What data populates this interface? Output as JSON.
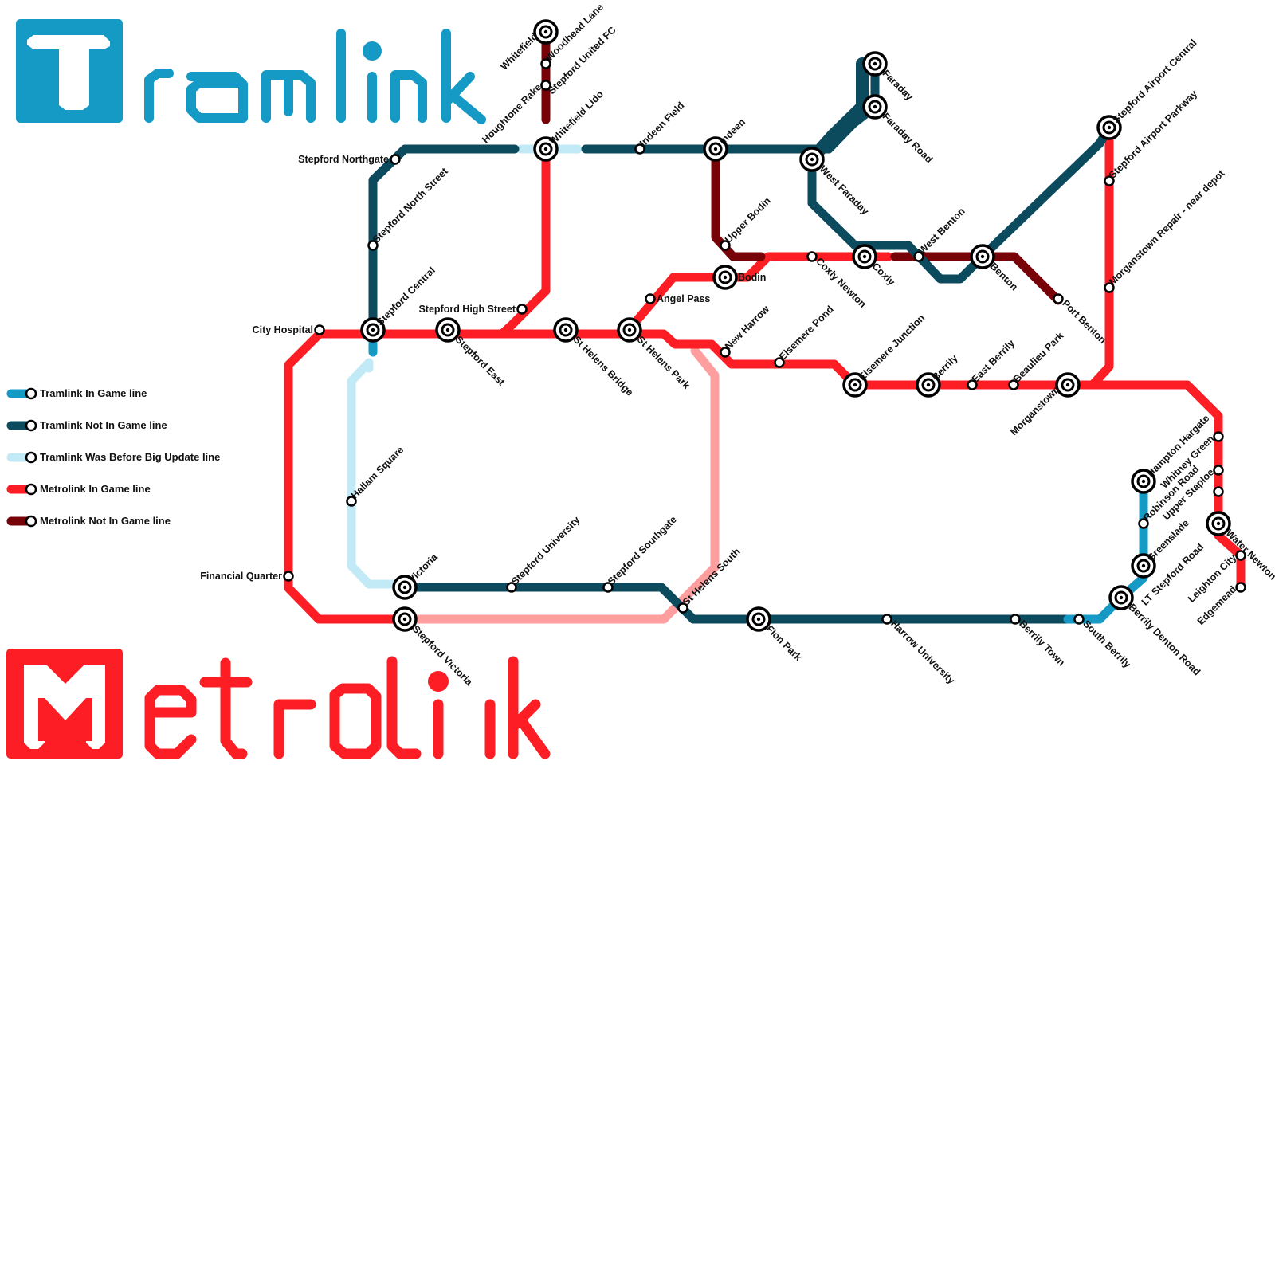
{
  "title_top": "Tramlink",
  "title_bottom": "Metrolink",
  "colors": {
    "tram_in_game": "#159ac6",
    "tram_not_in_game": "#0c4a5e",
    "tram_before_update": "#c2e9f6",
    "metro_in_game": "#fd1d24",
    "metro_not_in_game": "#770309",
    "metro_former": "#fe9e9e"
  },
  "legend": [
    {
      "label": "Tramlink In Game line",
      "color": "#159ac6"
    },
    {
      "label": "Tramlink Not In Game line",
      "color": "#0c4a5e"
    },
    {
      "label": "Tramlink Was Before Big Update line",
      "color": "#c2e9f6"
    },
    {
      "label": "Metrolink In Game line",
      "color": "#fd1d24"
    },
    {
      "label": "Metrolink Not In Game line",
      "color": "#770309"
    }
  ],
  "stations": [
    {
      "name": "Whitefield"
    },
    {
      "name": "Woodhead Lane"
    },
    {
      "name": "Houghtone Rake"
    },
    {
      "name": "Stepford United FC"
    },
    {
      "name": "Whitefield Lido"
    },
    {
      "name": "Stepford Northgate"
    },
    {
      "name": "Stepford North Street"
    },
    {
      "name": "Stepford Central"
    },
    {
      "name": "City Hospital"
    },
    {
      "name": "Stepford High Street"
    },
    {
      "name": "Stepford East"
    },
    {
      "name": "St Helens Bridge"
    },
    {
      "name": "St Helens Park"
    },
    {
      "name": "Angel Pass"
    },
    {
      "name": "Indeen Field"
    },
    {
      "name": "Indeen"
    },
    {
      "name": "Upper Bodin"
    },
    {
      "name": "Bodin"
    },
    {
      "name": "New Harrow"
    },
    {
      "name": "Elsemere Pond"
    },
    {
      "name": "Coxly Newton"
    },
    {
      "name": "West Faraday"
    },
    {
      "name": "Faraday"
    },
    {
      "name": "Faraday Road"
    },
    {
      "name": "Coxly"
    },
    {
      "name": "West Benton"
    },
    {
      "name": "Benton"
    },
    {
      "name": "Port Benton"
    },
    {
      "name": "Elsemere Junction"
    },
    {
      "name": "Berrily"
    },
    {
      "name": "East Berrily"
    },
    {
      "name": "Beaulieu Park"
    },
    {
      "name": "Morganstown"
    },
    {
      "name": "Stepford Airport Central"
    },
    {
      "name": "Stepford Airport Parkway"
    },
    {
      "name": "Morganstown Repair - near depot"
    },
    {
      "name": "Whitney Green"
    },
    {
      "name": "Hampton Hargate"
    },
    {
      "name": "Robinson Road"
    },
    {
      "name": "Upper Staploe"
    },
    {
      "name": "Greenslade"
    },
    {
      "name": "Water Newton"
    },
    {
      "name": "LT Stepford Road"
    },
    {
      "name": "Leighton City"
    },
    {
      "name": "Edgemead"
    },
    {
      "name": "Berrily Denton Road"
    },
    {
      "name": "South Berrily"
    },
    {
      "name": "Berrily Town"
    },
    {
      "name": "Harrow University"
    },
    {
      "name": "Fion Park"
    },
    {
      "name": "St Helens South"
    },
    {
      "name": "Stepford Southgate"
    },
    {
      "name": "Stepford University"
    },
    {
      "name": "Victoria"
    },
    {
      "name": "Stepford Victoria"
    },
    {
      "name": "Hallam Square"
    },
    {
      "name": "Financial Quarter"
    }
  ]
}
